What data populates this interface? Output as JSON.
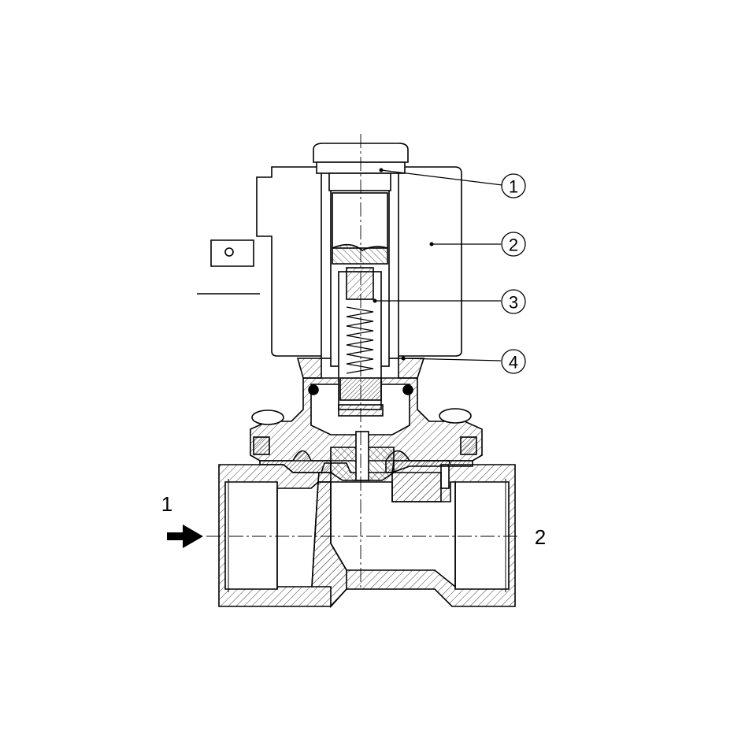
{
  "callouts": [
    "1",
    "2",
    "3",
    "4"
  ],
  "ports": {
    "inlet": "1",
    "outlet": "2"
  },
  "colors": {
    "line": "#000000",
    "background": "#ffffff",
    "hatch": "#444444"
  }
}
